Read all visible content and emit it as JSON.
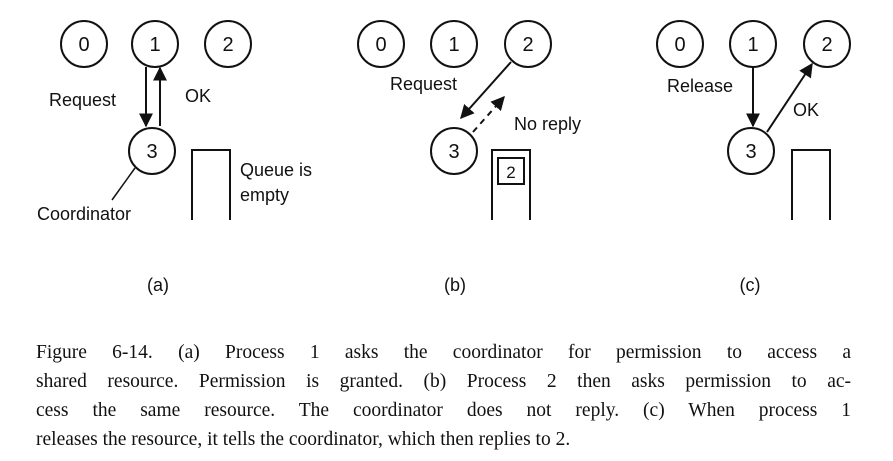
{
  "panel_a": {
    "nodes": [
      "0",
      "1",
      "2",
      "3"
    ],
    "request": "Request",
    "ok": "OK",
    "queue": [
      "Queue is",
      "empty"
    ],
    "coordinator": "Coordinator",
    "label": "(a)"
  },
  "panel_b": {
    "nodes": [
      "0",
      "1",
      "2",
      "3"
    ],
    "request": "Request",
    "no_reply": "No reply",
    "queue_item": "2",
    "label": "(b)"
  },
  "panel_c": {
    "nodes": [
      "0",
      "1",
      "2",
      "3"
    ],
    "release": "Release",
    "ok": "OK",
    "label": "(c)"
  },
  "caption": {
    "lines": [
      "Figure 6-14. (a) Process 1 asks the coordinator for permission to access a",
      "shared resource. Permission is granted. (b) Process 2 then asks permission to ac-",
      "cess the same resource. The coordinator does not reply. (c) When process 1",
      "releases the resource, it tells the coordinator, which then replies to 2."
    ]
  }
}
